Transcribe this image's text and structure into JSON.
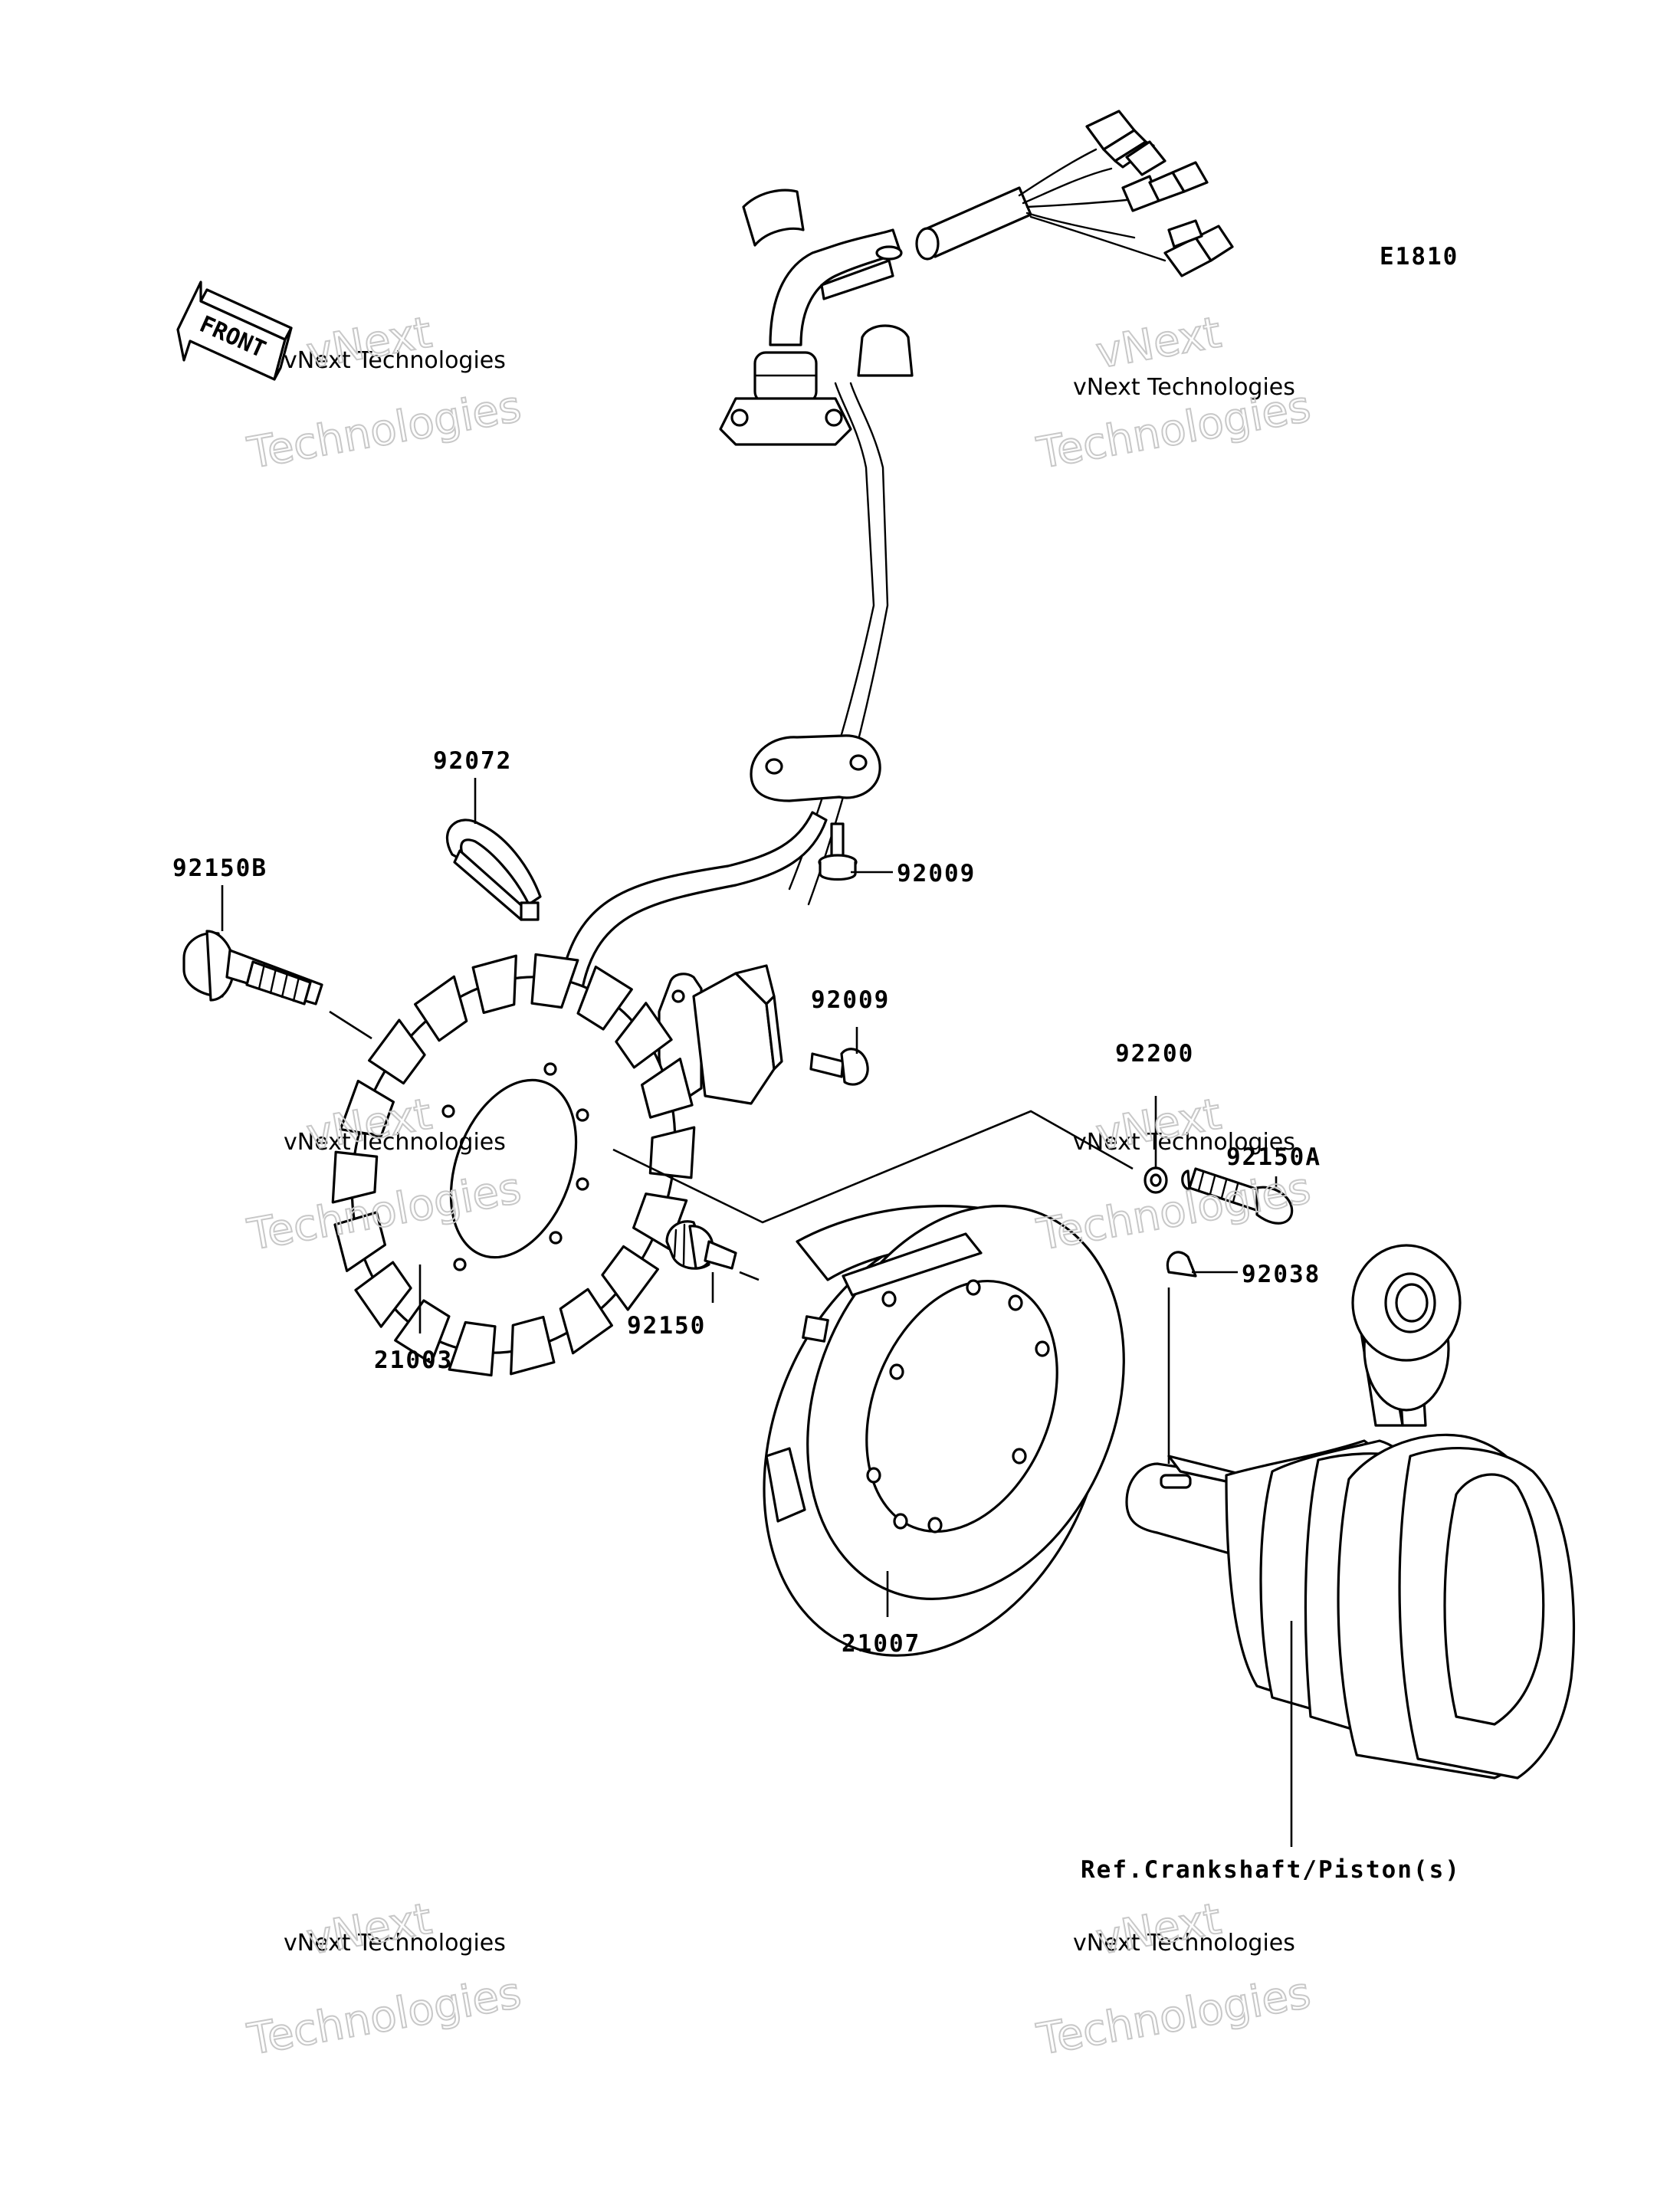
{
  "diagram_code": "E1810",
  "front_label": "FRONT",
  "watermark": {
    "line1": "vNext Technologies",
    "line2": "vNext",
    "line3": "Technologies"
  },
  "part_numbers": {
    "p92072": "92072",
    "p92150B": "92150B",
    "p92009_top": "92009",
    "p92009_mid": "92009",
    "p92200": "92200",
    "p92150A": "92150A",
    "p92038": "92038",
    "p21003": "21003",
    "p92150": "92150",
    "p21007": "21007"
  },
  "reference_note": "Ref.Crankshaft/Piston(s)"
}
